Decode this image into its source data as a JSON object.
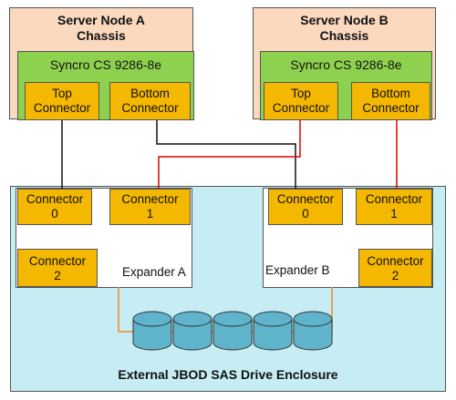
{
  "nodes": [
    {
      "title_line1": "Server Node A",
      "title_line2": "Chassis",
      "card": "Syncro CS 9286-8e",
      "connectors": [
        {
          "line1": "Top",
          "line2": "Connector"
        },
        {
          "line1": "Bottom",
          "line2": "Connector"
        }
      ]
    },
    {
      "title_line1": "Server Node B",
      "title_line2": "Chassis",
      "card": "Syncro CS 9286-8e",
      "connectors": [
        {
          "line1": "Top",
          "line2": "Connector"
        },
        {
          "line1": "Bottom",
          "line2": "Connector"
        }
      ]
    }
  ],
  "enclosure": {
    "title": "External JBOD SAS Drive Enclosure"
  },
  "expanders": [
    {
      "label": "Expander A",
      "connectors": [
        {
          "line1": "Connector",
          "line2": "0"
        },
        {
          "line1": "Connector",
          "line2": "1"
        },
        {
          "line1": "Connector",
          "line2": "2"
        }
      ]
    },
    {
      "label": "Expander B",
      "connectors": [
        {
          "line1": "Connector",
          "line2": "0"
        },
        {
          "line1": "Connector",
          "line2": "1"
        },
        {
          "line1": "Connector",
          "line2": "2"
        }
      ]
    }
  ],
  "drive_count": 5,
  "colors": {
    "chassis": "#fad9bf",
    "card": "#8ed14f",
    "connector": "#f5b800",
    "enclosure": "#c6ecf4",
    "cable_black": "#111111",
    "cable_red": "#e00000",
    "cable_orange": "#f08c2a",
    "drive": "#5fb4cc"
  }
}
